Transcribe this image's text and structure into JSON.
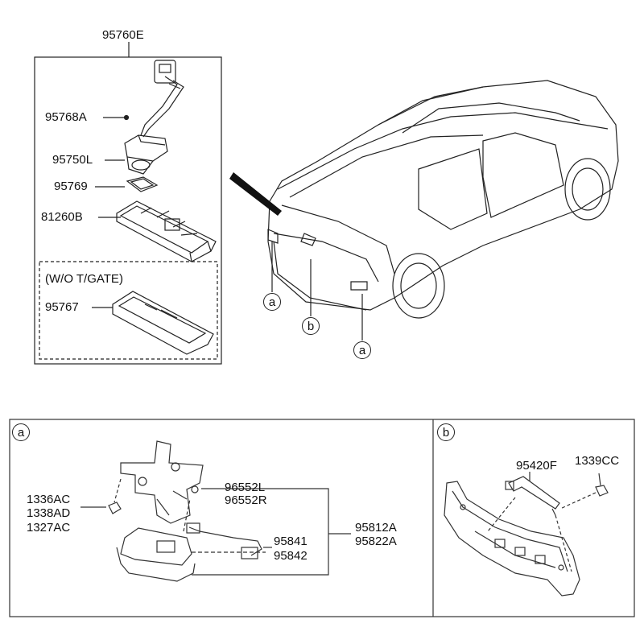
{
  "diagram": {
    "top_left": {
      "assembly_code": "95760E",
      "parts": [
        "95768A",
        "95750L",
        "95769",
        "81260B"
      ],
      "variant_label": "(W/O T/GATE)",
      "variant_part": "95767"
    },
    "callouts": {
      "a": "a",
      "b": "b"
    },
    "panel_a": {
      "marker": "a",
      "bolts": [
        "1336AC",
        "1338AD",
        "1327AC"
      ],
      "bracket_l": "96552L",
      "bracket_r": "96552R",
      "sensor_1": "95841",
      "sensor_2": "95842",
      "unit_1": "95812A",
      "unit_2": "95822A"
    },
    "panel_b": {
      "marker": "b",
      "bracket": "95420F",
      "nut": "1339CC"
    }
  }
}
